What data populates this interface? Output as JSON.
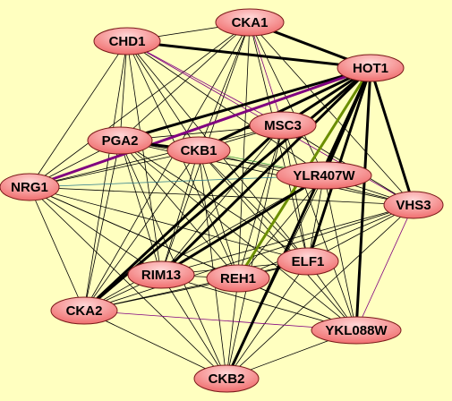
{
  "colors": {
    "background": "#ffffc0",
    "node_fill_light": "#ffd6d6",
    "node_fill_dark": "#f06e6e",
    "node_stroke": "#7a1a1a",
    "label": "#000000",
    "edge_black": "#000000",
    "edge_purple": "#800080",
    "edge_olive": "#6b8e00",
    "edge_green": "#2e8b2e",
    "edge_teal": "#2a7a8a"
  },
  "nodes": [
    {
      "id": "CKA1",
      "label": "CKA1"
    },
    {
      "id": "CHD1",
      "label": "CHD1"
    },
    {
      "id": "HOT1",
      "label": "HOT1"
    },
    {
      "id": "MSC3",
      "label": "MSC3"
    },
    {
      "id": "PGA2",
      "label": "PGA2"
    },
    {
      "id": "CKB1",
      "label": "CKB1"
    },
    {
      "id": "YLR407W",
      "label": "YLR407W"
    },
    {
      "id": "NRG1",
      "label": "NRG1"
    },
    {
      "id": "VHS3",
      "label": "VHS3"
    },
    {
      "id": "ELF1",
      "label": "ELF1"
    },
    {
      "id": "RIM13",
      "label": "RIM13"
    },
    {
      "id": "REH1",
      "label": "REH1"
    },
    {
      "id": "CKA2",
      "label": "CKA2"
    },
    {
      "id": "YKL088W",
      "label": "YKL088W"
    },
    {
      "id": "CKB2",
      "label": "CKB2"
    }
  ],
  "edges": [
    {
      "s": "HOT1",
      "t": "CKA1",
      "w": "thick",
      "c": "black"
    },
    {
      "s": "HOT1",
      "t": "CHD1",
      "w": "thick",
      "c": "black"
    },
    {
      "s": "HOT1",
      "t": "MSC3",
      "w": "thick",
      "c": "black"
    },
    {
      "s": "HOT1",
      "t": "PGA2",
      "w": "thick",
      "c": "black"
    },
    {
      "s": "HOT1",
      "t": "CKB1",
      "w": "thick",
      "c": "black"
    },
    {
      "s": "HOT1",
      "t": "NRG1",
      "w": "thick",
      "c": "purple"
    },
    {
      "s": "HOT1",
      "t": "YLR407W",
      "w": "thick",
      "c": "black"
    },
    {
      "s": "HOT1",
      "t": "VHS3",
      "w": "thick",
      "c": "black"
    },
    {
      "s": "HOT1",
      "t": "ELF1",
      "w": "thick",
      "c": "black"
    },
    {
      "s": "HOT1",
      "t": "REH1",
      "w": "thick",
      "c": "olive"
    },
    {
      "s": "HOT1",
      "t": "RIM13",
      "w": "thick",
      "c": "black"
    },
    {
      "s": "HOT1",
      "t": "YKL088W",
      "w": "thick",
      "c": "black"
    },
    {
      "s": "HOT1",
      "t": "CKA2",
      "w": "thick",
      "c": "black"
    },
    {
      "s": "HOT1",
      "t": "CKB2",
      "w": "thick",
      "c": "black"
    },
    {
      "s": "CKA1",
      "t": "CHD1",
      "w": "thin",
      "c": "black"
    },
    {
      "s": "CKA1",
      "t": "PGA2",
      "w": "thin",
      "c": "black"
    },
    {
      "s": "CKA1",
      "t": "CKB1",
      "w": "thin",
      "c": "black"
    },
    {
      "s": "CKA1",
      "t": "MSC3",
      "w": "thin",
      "c": "purple"
    },
    {
      "s": "CKA1",
      "t": "NRG1",
      "w": "thin",
      "c": "black"
    },
    {
      "s": "CKA1",
      "t": "VHS3",
      "w": "thin",
      "c": "black"
    },
    {
      "s": "CKA1",
      "t": "RIM13",
      "w": "thin",
      "c": "black"
    },
    {
      "s": "CKA1",
      "t": "REH1",
      "w": "thin",
      "c": "black"
    },
    {
      "s": "CKA1",
      "t": "ELF1",
      "w": "thin",
      "c": "black"
    },
    {
      "s": "CKA1",
      "t": "CKA2",
      "w": "thin",
      "c": "black"
    },
    {
      "s": "CKA1",
      "t": "YLR407W",
      "w": "thin",
      "c": "black"
    },
    {
      "s": "CHD1",
      "t": "PGA2",
      "w": "thin",
      "c": "black"
    },
    {
      "s": "CHD1",
      "t": "CKB1",
      "w": "thin",
      "c": "black"
    },
    {
      "s": "CHD1",
      "t": "MSC3",
      "w": "thin",
      "c": "purple"
    },
    {
      "s": "CHD1",
      "t": "NRG1",
      "w": "thin",
      "c": "black"
    },
    {
      "s": "CHD1",
      "t": "YLR407W",
      "w": "thin",
      "c": "black"
    },
    {
      "s": "CHD1",
      "t": "RIM13",
      "w": "thin",
      "c": "black"
    },
    {
      "s": "CHD1",
      "t": "REH1",
      "w": "thin",
      "c": "black"
    },
    {
      "s": "CHD1",
      "t": "ELF1",
      "w": "thin",
      "c": "black"
    },
    {
      "s": "CHD1",
      "t": "CKA2",
      "w": "thin",
      "c": "black"
    },
    {
      "s": "CHD1",
      "t": "VHS3",
      "w": "thin",
      "c": "purple"
    },
    {
      "s": "MSC3",
      "t": "CKA2",
      "w": "thick",
      "c": "black"
    },
    {
      "s": "MSC3",
      "t": "ELF1",
      "w": "thin",
      "c": "black"
    },
    {
      "s": "MSC3",
      "t": "RIM13",
      "w": "thin",
      "c": "black"
    },
    {
      "s": "MSC3",
      "t": "REH1",
      "w": "thin",
      "c": "black"
    },
    {
      "s": "MSC3",
      "t": "NRG1",
      "w": "thin",
      "c": "black"
    },
    {
      "s": "MSC3",
      "t": "PGA2",
      "w": "thin",
      "c": "black"
    },
    {
      "s": "MSC3",
      "t": "CKB1",
      "w": "thin",
      "c": "black"
    },
    {
      "s": "MSC3",
      "t": "CKB2",
      "w": "thin",
      "c": "black"
    },
    {
      "s": "MSC3",
      "t": "YKL088W",
      "w": "thin",
      "c": "black"
    },
    {
      "s": "MSC3",
      "t": "VHS3",
      "w": "thin",
      "c": "black"
    },
    {
      "s": "PGA2",
      "t": "CKB1",
      "w": "thick",
      "c": "black"
    },
    {
      "s": "PGA2",
      "t": "NRG1",
      "w": "thin",
      "c": "black"
    },
    {
      "s": "PGA2",
      "t": "YLR407W",
      "w": "thin",
      "c": "black"
    },
    {
      "s": "PGA2",
      "t": "RIM13",
      "w": "thin",
      "c": "black"
    },
    {
      "s": "PGA2",
      "t": "REH1",
      "w": "thin",
      "c": "black"
    },
    {
      "s": "PGA2",
      "t": "ELF1",
      "w": "thin",
      "c": "black"
    },
    {
      "s": "PGA2",
      "t": "CKA2",
      "w": "thin",
      "c": "black"
    },
    {
      "s": "PGA2",
      "t": "CKB2",
      "w": "thin",
      "c": "black"
    },
    {
      "s": "PGA2",
      "t": "YKL088W",
      "w": "thin",
      "c": "black"
    },
    {
      "s": "PGA2",
      "t": "VHS3",
      "w": "thin",
      "c": "black"
    },
    {
      "s": "CKB1",
      "t": "YLR407W",
      "w": "thin",
      "c": "green"
    },
    {
      "s": "CKB1",
      "t": "NRG1",
      "w": "thin",
      "c": "black"
    },
    {
      "s": "CKB1",
      "t": "RIM13",
      "w": "thin",
      "c": "black"
    },
    {
      "s": "CKB1",
      "t": "REH1",
      "w": "thin",
      "c": "black"
    },
    {
      "s": "CKB1",
      "t": "ELF1",
      "w": "thin",
      "c": "black"
    },
    {
      "s": "CKB1",
      "t": "CKA2",
      "w": "thin",
      "c": "black"
    },
    {
      "s": "CKB1",
      "t": "CKB2",
      "w": "thin",
      "c": "black"
    },
    {
      "s": "CKB1",
      "t": "YKL088W",
      "w": "thin",
      "c": "black"
    },
    {
      "s": "CKB1",
      "t": "VHS3",
      "w": "thin",
      "c": "black"
    },
    {
      "s": "YLR407W",
      "t": "RIM13",
      "w": "thick",
      "c": "black"
    },
    {
      "s": "YLR407W",
      "t": "NRG1",
      "w": "thin",
      "c": "teal"
    },
    {
      "s": "YLR407W",
      "t": "VHS3",
      "w": "thin",
      "c": "black"
    },
    {
      "s": "YLR407W",
      "t": "ELF1",
      "w": "thin",
      "c": "black"
    },
    {
      "s": "YLR407W",
      "t": "REH1",
      "w": "thin",
      "c": "black"
    },
    {
      "s": "YLR407W",
      "t": "CKA2",
      "w": "thin",
      "c": "black"
    },
    {
      "s": "YLR407W",
      "t": "CKB2",
      "w": "thin",
      "c": "black"
    },
    {
      "s": "YLR407W",
      "t": "YKL088W",
      "w": "thin",
      "c": "black"
    },
    {
      "s": "NRG1",
      "t": "RIM13",
      "w": "thin",
      "c": "black"
    },
    {
      "s": "NRG1",
      "t": "REH1",
      "w": "thin",
      "c": "black"
    },
    {
      "s": "NRG1",
      "t": "ELF1",
      "w": "thin",
      "c": "black"
    },
    {
      "s": "NRG1",
      "t": "CKA2",
      "w": "thin",
      "c": "black"
    },
    {
      "s": "NRG1",
      "t": "CKB2",
      "w": "thin",
      "c": "black"
    },
    {
      "s": "NRG1",
      "t": "YKL088W",
      "w": "thin",
      "c": "black"
    },
    {
      "s": "NRG1",
      "t": "VHS3",
      "w": "thin",
      "c": "black"
    },
    {
      "s": "VHS3",
      "t": "ELF1",
      "w": "thin",
      "c": "black"
    },
    {
      "s": "VHS3",
      "t": "REH1",
      "w": "thin",
      "c": "black"
    },
    {
      "s": "VHS3",
      "t": "RIM13",
      "w": "thin",
      "c": "black"
    },
    {
      "s": "VHS3",
      "t": "CKA2",
      "w": "thin",
      "c": "black"
    },
    {
      "s": "VHS3",
      "t": "CKB2",
      "w": "thin",
      "c": "black"
    },
    {
      "s": "VHS3",
      "t": "YKL088W",
      "w": "thin",
      "c": "purple"
    },
    {
      "s": "ELF1",
      "t": "REH1",
      "w": "thin",
      "c": "black"
    },
    {
      "s": "ELF1",
      "t": "RIM13",
      "w": "thin",
      "c": "black"
    },
    {
      "s": "ELF1",
      "t": "CKA2",
      "w": "thin",
      "c": "black"
    },
    {
      "s": "ELF1",
      "t": "CKB2",
      "w": "thin",
      "c": "black"
    },
    {
      "s": "ELF1",
      "t": "YKL088W",
      "w": "thin",
      "c": "black"
    },
    {
      "s": "RIM13",
      "t": "REH1",
      "w": "thin",
      "c": "black"
    },
    {
      "s": "RIM13",
      "t": "CKA2",
      "w": "thin",
      "c": "black"
    },
    {
      "s": "RIM13",
      "t": "CKB2",
      "w": "thin",
      "c": "black"
    },
    {
      "s": "RIM13",
      "t": "YKL088W",
      "w": "thin",
      "c": "black"
    },
    {
      "s": "REH1",
      "t": "CKA2",
      "w": "thin",
      "c": "black"
    },
    {
      "s": "REH1",
      "t": "CKB2",
      "w": "thin",
      "c": "black"
    },
    {
      "s": "REH1",
      "t": "YKL088W",
      "w": "thin",
      "c": "black"
    },
    {
      "s": "CKA2",
      "t": "CKB2",
      "w": "thin",
      "c": "black"
    },
    {
      "s": "CKA2",
      "t": "YKL088W",
      "w": "thin",
      "c": "purple"
    },
    {
      "s": "CKB2",
      "t": "YKL088W",
      "w": "thin",
      "c": "black"
    }
  ]
}
